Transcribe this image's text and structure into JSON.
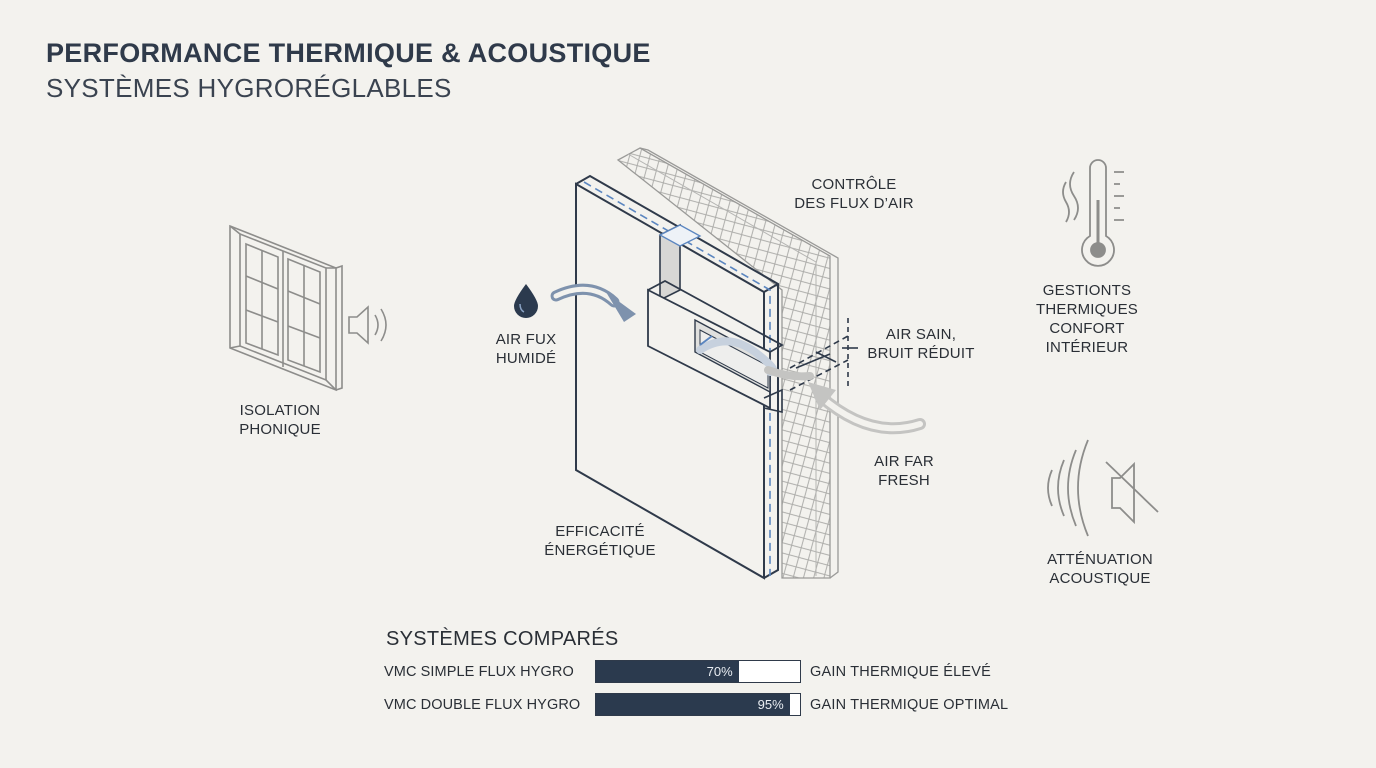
{
  "header": {
    "title": "PERFORMANCE THERMIQUE & ACOUSTIQUE",
    "subtitle": "SYSTÈMES HYGRORÉGLABLES"
  },
  "labels": {
    "air_control": "CONTRÔLE\nDES FLUX D’AIR",
    "humid_air": "AIR FUX\nHUMIDÉ",
    "clean_air": "AIR SAIN,\nBRUIT RÉDUIT",
    "fresh_air": "AIR FAR\nFRESH",
    "efficiency": "EFFICACITÉ\nÉNERGÉTIQUE",
    "phonic": "ISOLATION\nPHONIQUE",
    "thermal": "GESTIONTS\nTHERMIQUES\nCONFORT\nINTÉRIEUR",
    "acoustic": "ATTÉNUATION\nACOUSTIQUE"
  },
  "icons": {
    "window": "window-icon",
    "speaker": "speaker-icon",
    "drop": "water-drop-icon",
    "thermometer": "thermometer-icon",
    "sound_waves": "sound-waves-icon",
    "mute": "mute-icon"
  },
  "colors": {
    "accent_dark": "#2b3a4e",
    "accent_blue": "#5b86c0",
    "line_gray": "#9a9a98"
  },
  "comparison": {
    "title": "SYSTÈMES COMPARÉS",
    "rows": [
      {
        "label": "VMC SIMPLE FLUX HYGRO",
        "percent": 70,
        "value_label": "70%",
        "gain": "GAIN THERMIQUE ÉLEVÉ"
      },
      {
        "label": "VMC DOUBLE FLUX HYGRO",
        "percent": 95,
        "value_label": "95%",
        "gain": "GAIN THERMIQUE OPTIMAL"
      }
    ]
  }
}
